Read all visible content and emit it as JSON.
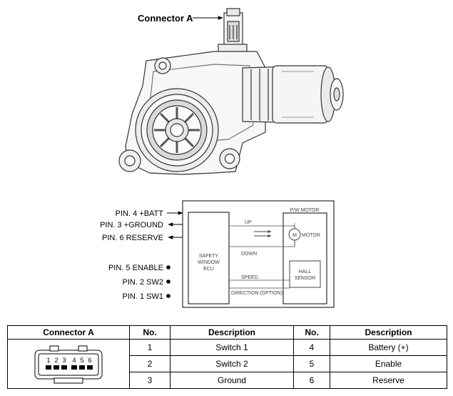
{
  "motor_drawing": {
    "connector_callout": "Connector A"
  },
  "wiring": {
    "left_pins": [
      {
        "label": "PIN. 4 +BATT",
        "terminal": "arrow-out"
      },
      {
        "label": "PIN. 3 +GROUND",
        "terminal": "arrow-in"
      },
      {
        "label": "PIN. 6 RESERVE",
        "terminal": "arrow-in"
      },
      {
        "label": "PIN. 5 ENABLE",
        "terminal": "dot"
      },
      {
        "label": "PIN. 2 SW2",
        "terminal": "dot"
      },
      {
        "label": "PIN. 1 SW1",
        "terminal": "dot"
      }
    ],
    "ecu_label": [
      "SAFETY",
      "WINDOW",
      "ECU"
    ],
    "motor_box_title": "P/W MOTOR",
    "motor_symbol": "M",
    "motor_label": "MOTOR",
    "hall_label": [
      "HALL",
      "SENSOR"
    ],
    "signals": {
      "up": "UP",
      "down": "DOWN",
      "speed": "SPEED",
      "direction": "DIRECTION (OPTION)"
    }
  },
  "table": {
    "headers": [
      "Connector A",
      "No.",
      "Description",
      "No.",
      "Description"
    ],
    "connector_pin_numbers": [
      "1",
      "2",
      "3",
      "4",
      "5",
      "6"
    ],
    "rows": [
      {
        "no1": "1",
        "desc1": "Switch 1",
        "no2": "4",
        "desc2": "Battery (+)"
      },
      {
        "no1": "2",
        "desc1": "Switch 2",
        "no2": "5",
        "desc2": "Enable"
      },
      {
        "no1": "3",
        "desc1": "Ground",
        "no2": "6",
        "desc2": "Reserve"
      }
    ]
  }
}
